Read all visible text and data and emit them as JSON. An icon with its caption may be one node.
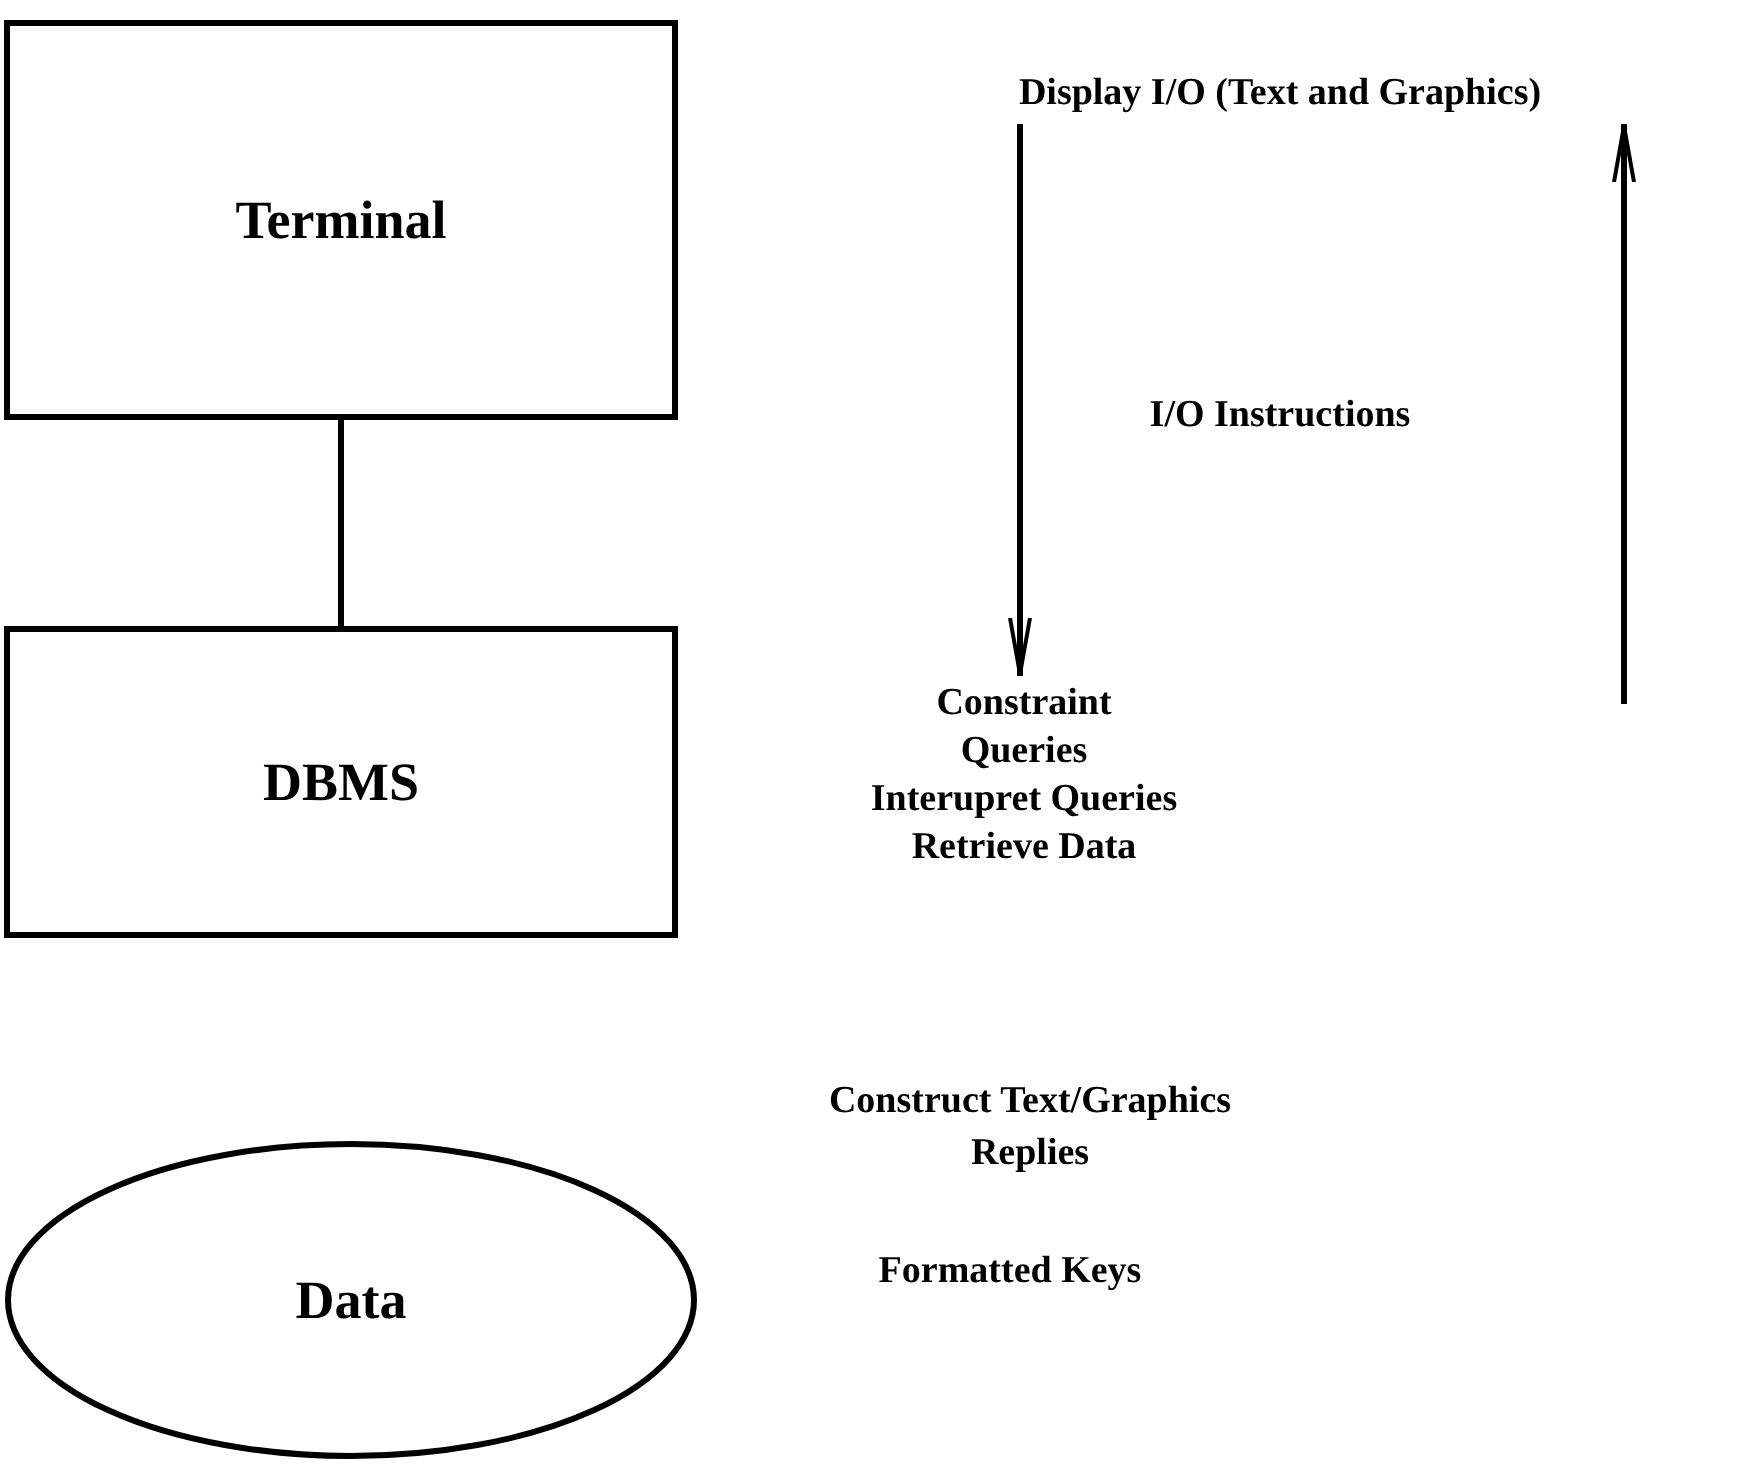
{
  "diagram": {
    "nodes": [
      {
        "text": [
          "Terminal"
        ]
      },
      {
        "text": [
          "DBMS"
        ]
      },
      {
        "text": [
          "Data"
        ]
      },
      {
        "text": [
          "Display I/O (Text and Graphics)"
        ]
      },
      {
        "text": [
          "Constraint Queries",
          "Interupret Queries",
          "Retrieve Data"
        ]
      }
    ],
    "edges": [
      {
        "from": 0,
        "to": 1,
        "arrow": "none"
      },
      {
        "from": 3,
        "to": 4,
        "arrow": "to"
      },
      {
        "from": null,
        "to": 3,
        "arrow": "to"
      }
    ],
    "labels": [
      "I/O Instructions",
      "Construct Text/Graphics Replies",
      "Formatted Keys"
    ]
  }
}
